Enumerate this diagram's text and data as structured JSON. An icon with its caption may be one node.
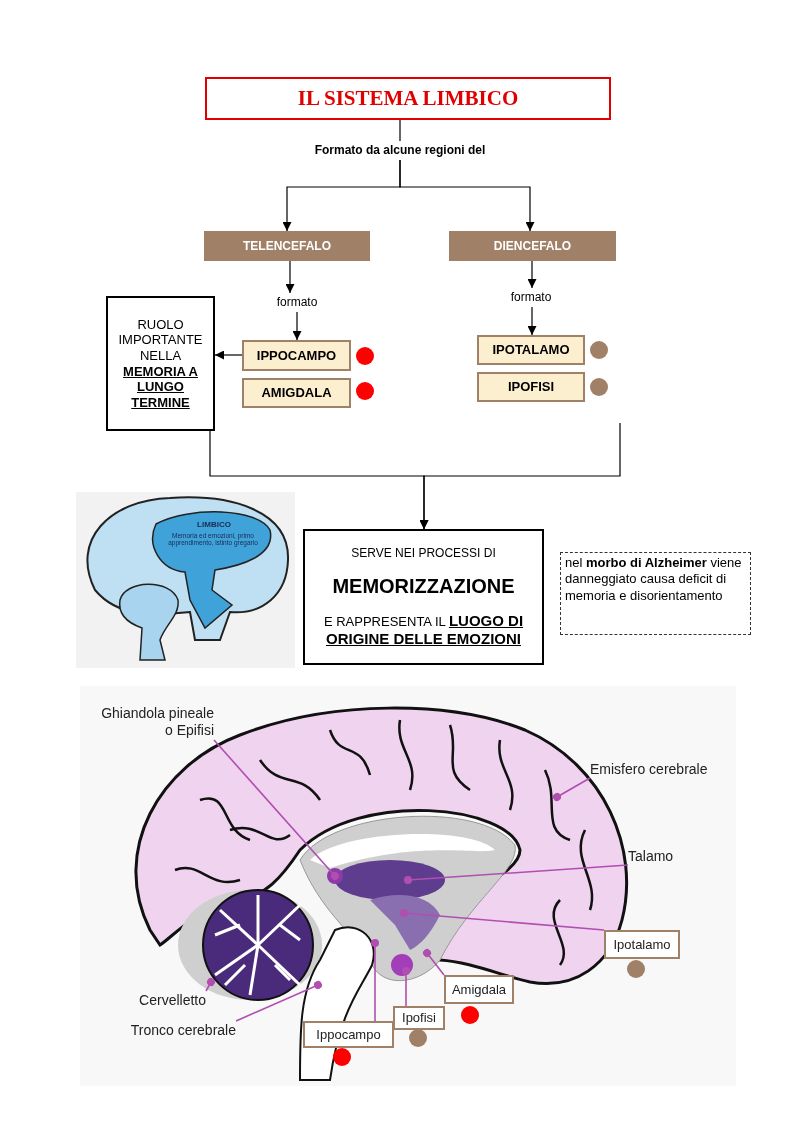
{
  "diagram": {
    "nodes": [
      {
        "text": [
          "IL SISTEMA LIMBICO"
        ]
      },
      {
        "text": [
          "Formato da alcune regioni del"
        ]
      },
      {
        "text": [
          "TELENCEFALO"
        ]
      },
      {
        "text": [
          "DIENCEFALO"
        ]
      },
      {
        "text": [
          "formato"
        ]
      },
      {
        "text": [
          "formato"
        ]
      },
      {
        "text": [
          "RUOLO IMPORTANTE NELLA **MEMORIA A LUNGO TERMINE**"
        ]
      },
      {
        "text": [
          "IPPOCAMPO"
        ]
      },
      {
        "text": [
          "IPOTALAMO"
        ]
      },
      {
        "text": [
          "AMIGDALA"
        ]
      },
      {
        "text": [
          "IPOFISI"
        ]
      },
      {
        "text": [
          "SERVE NEI PROCESSI DI",
          "MEMORIZZAZIONE",
          "E RAPPRESENTA IL **LUOGO DI ORIGINE DELLE EMOZIONI**"
        ]
      },
      {
        "text": [
          "nel **morbo di Alzheimer** viene danneggiato causa deficit di memoria e disorientamento"
        ]
      },
      {
        "text": [
          "Ghiandola pineale o Epifisi"
        ]
      },
      {
        "text": [
          "Emisfero cerebrale"
        ]
      },
      {
        "text": [
          "Talamo"
        ]
      },
      {
        "text": [
          "Ipotalamo"
        ]
      },
      {
        "text": [
          "Amigdala"
        ]
      },
      {
        "text": [
          "Ipofisi"
        ]
      },
      {
        "text": [
          "Cervelletto"
        ]
      },
      {
        "text": [
          "Tronco cerebrale"
        ]
      },
      {
        "text": [
          "Ippocampo"
        ]
      }
    ],
    "edges": [
      {
        "from": 0,
        "to": 1,
        "arrow": "none"
      },
      {
        "from": 1,
        "to": 2,
        "arrow": "to"
      },
      {
        "from": 1,
        "to": 3,
        "arrow": "to"
      },
      {
        "from": 2,
        "to": 4,
        "arrow": "to"
      },
      {
        "from": 4,
        "to": 7,
        "arrow": "to"
      },
      {
        "from": 3,
        "to": 5,
        "arrow": "to"
      },
      {
        "from": 5,
        "to": 8,
        "arrow": "to"
      },
      {
        "from": 7,
        "to": 6,
        "arrow": "to"
      },
      {
        "from": 6,
        "to": 11,
        "arrow": "to"
      },
      {
        "from": null,
        "to": 11,
        "arrow": "to"
      },
      {
        "from": 13,
        "to": null,
        "arrow": "other",
        "color": "#b04fb0"
      },
      {
        "from": 14,
        "to": null,
        "arrow": "other",
        "color": "#b04fb0"
      },
      {
        "from": 15,
        "to": null,
        "arrow": "other",
        "color": "#b04fb0"
      },
      {
        "from": 16,
        "to": null,
        "arrow": "other",
        "color": "#b04fb0"
      },
      {
        "from": 17,
        "to": null,
        "arrow": "other",
        "color": "#b04fb0"
      },
      {
        "from": 18,
        "to": null,
        "arrow": "other",
        "color": "#b04fb0"
      },
      {
        "from": 19,
        "to": null,
        "arrow": "other",
        "color": "#b04fb0"
      },
      {
        "from": 20,
        "to": null,
        "arrow": "other",
        "color": "#b04fb0"
      },
      {
        "from": 21,
        "to": null,
        "arrow": "other",
        "color": "#b04fb0"
      }
    ],
    "labels": [
      "LIMBICO",
      "Memoria ed emozioni, primo apprendimento, istinto gregario"
    ]
  }
}
